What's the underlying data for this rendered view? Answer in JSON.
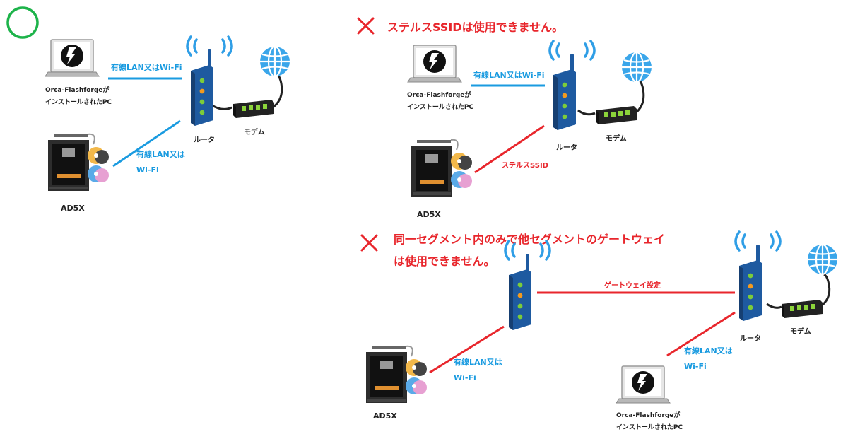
{
  "colors": {
    "ok": "#1db34a",
    "ng": "#e8262c",
    "wired_blue": "#1a9be0",
    "router_blue": "#1e5aa0",
    "globe_blue": "#2f9ee6",
    "text_dark": "#222222"
  },
  "icons": {
    "ok_mark": "circle-icon",
    "ng_mark": "cross-icon",
    "router": "router-icon",
    "modem": "modem-icon",
    "globe": "globe-icon",
    "laptop": "laptop-icon",
    "printer": "printer-icon"
  },
  "panel_ok": {
    "link_pc_label": "有線LAN又はWi-Fi",
    "link_printer_label_line1": "有線LAN又は",
    "link_printer_label_line2": "Wi-Fi",
    "pc_label_line1": "Orca-Flashforgeが",
    "pc_label_line2": "インストールされたPC",
    "router_label": "ルータ",
    "modem_label": "モデム",
    "printer_label": "AD5X"
  },
  "panel_stealth": {
    "heading": "ステルスSSIDは使用できません。",
    "link_pc_label": "有線LAN又はWi-Fi",
    "link_printer_label": "ステルスSSID",
    "pc_label_line1": "Orca-Flashforgeが",
    "pc_label_line2": "インストールされたPC",
    "router_label": "ルータ",
    "modem_label": "モデム",
    "printer_label": "AD5X"
  },
  "panel_gateway": {
    "heading_line1": "同一セグメント内のみで他セグメントのゲートウェイ",
    "heading_line2": "は使用できません。",
    "gateway_link_label": "ゲートウェイ設定",
    "link_printer_label_line1": "有線LAN又は",
    "link_printer_label_line2": "Wi-Fi",
    "link_pc_label_line1": "有線LAN又は",
    "link_pc_label_line2": "Wi-Fi",
    "router_label": "ルータ",
    "modem_label": "モデム",
    "printer_label": "AD5X",
    "pc_label_line1": "Orca-Flashforgeが",
    "pc_label_line2": "インストールされたPC"
  }
}
